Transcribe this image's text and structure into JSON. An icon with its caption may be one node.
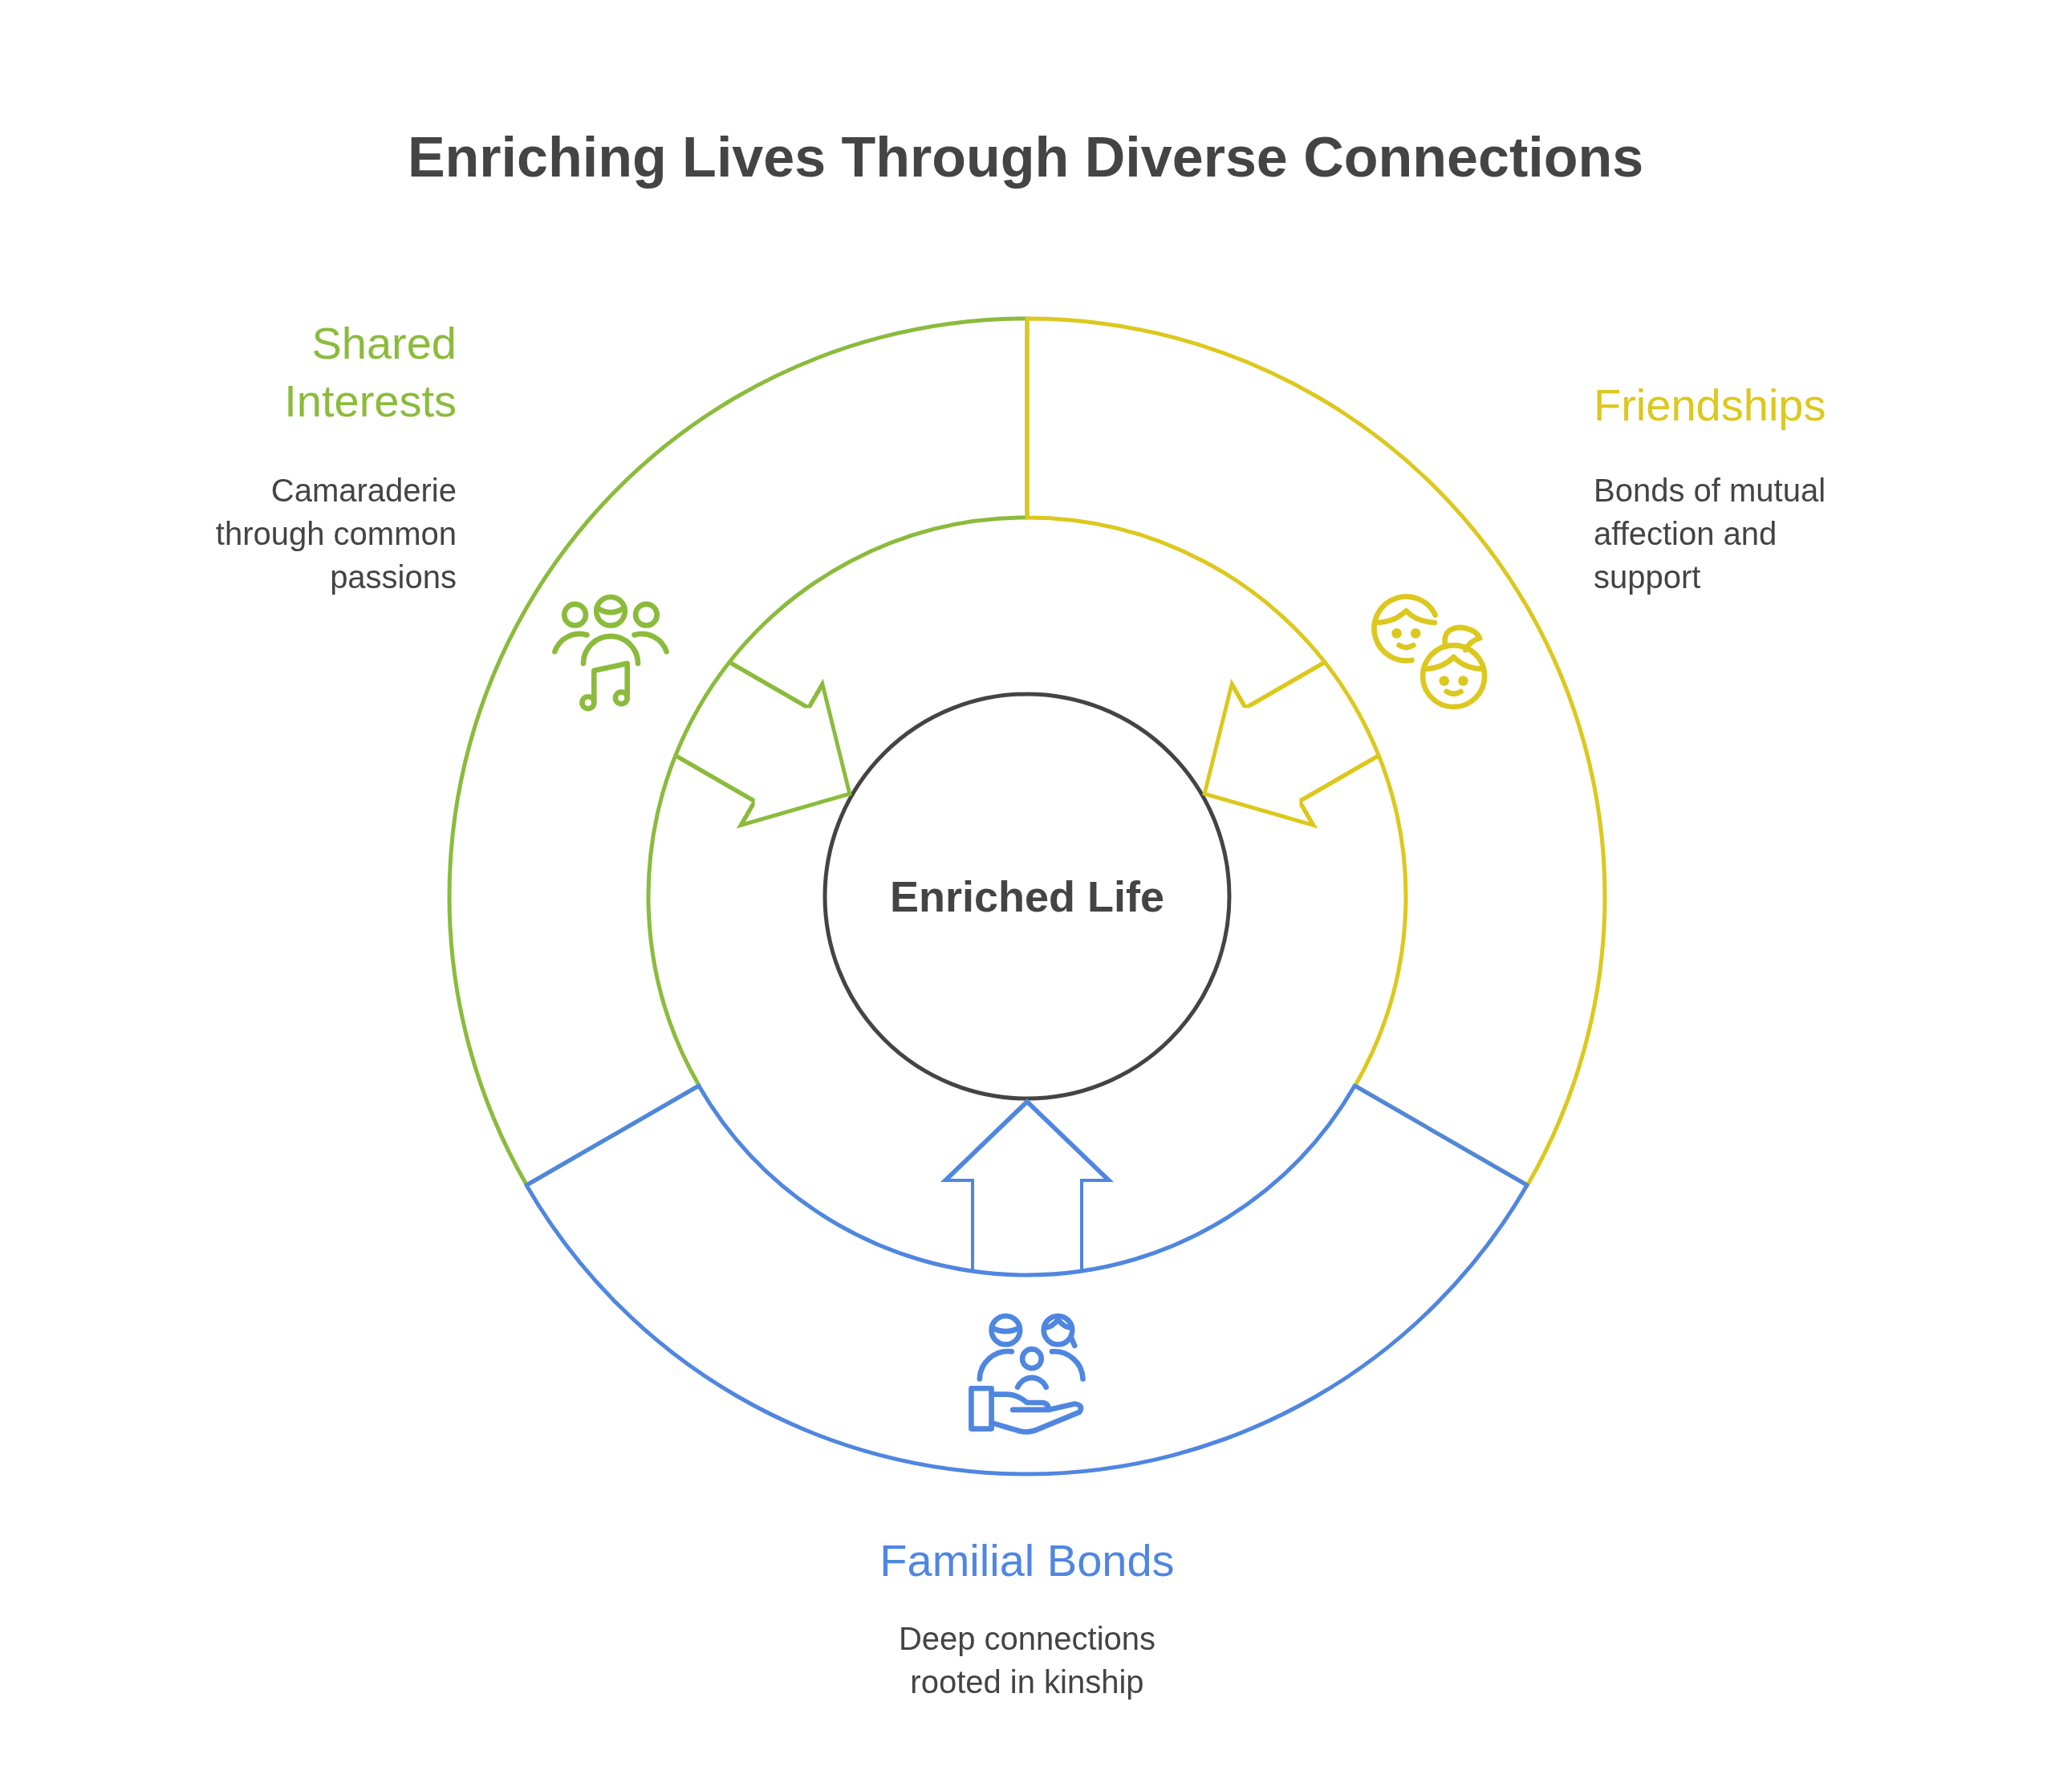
{
  "diagram": {
    "title": "Enriching Lives Through Diverse Connections",
    "nodes": [
      {
        "text": [
          "Shared Interests",
          "Camaraderie through common passions"
        ]
      },
      {
        "text": [
          "Friendships",
          "Bonds of mutual affection and support"
        ]
      },
      {
        "text": [
          "Enriched Life"
        ]
      },
      {
        "text": [
          "Familial Bonds",
          "Deep connections rooted in kinship"
        ]
      }
    ],
    "edges": [
      {
        "from": 0,
        "to": 2,
        "arrow": "to",
        "color": "#8bbb3c"
      },
      {
        "from": 1,
        "to": 2,
        "arrow": "to",
        "color": "#dcc81e"
      },
      {
        "from": 3,
        "to": 2,
        "arrow": "to",
        "color": "#4f86e0"
      }
    ]
  }
}
